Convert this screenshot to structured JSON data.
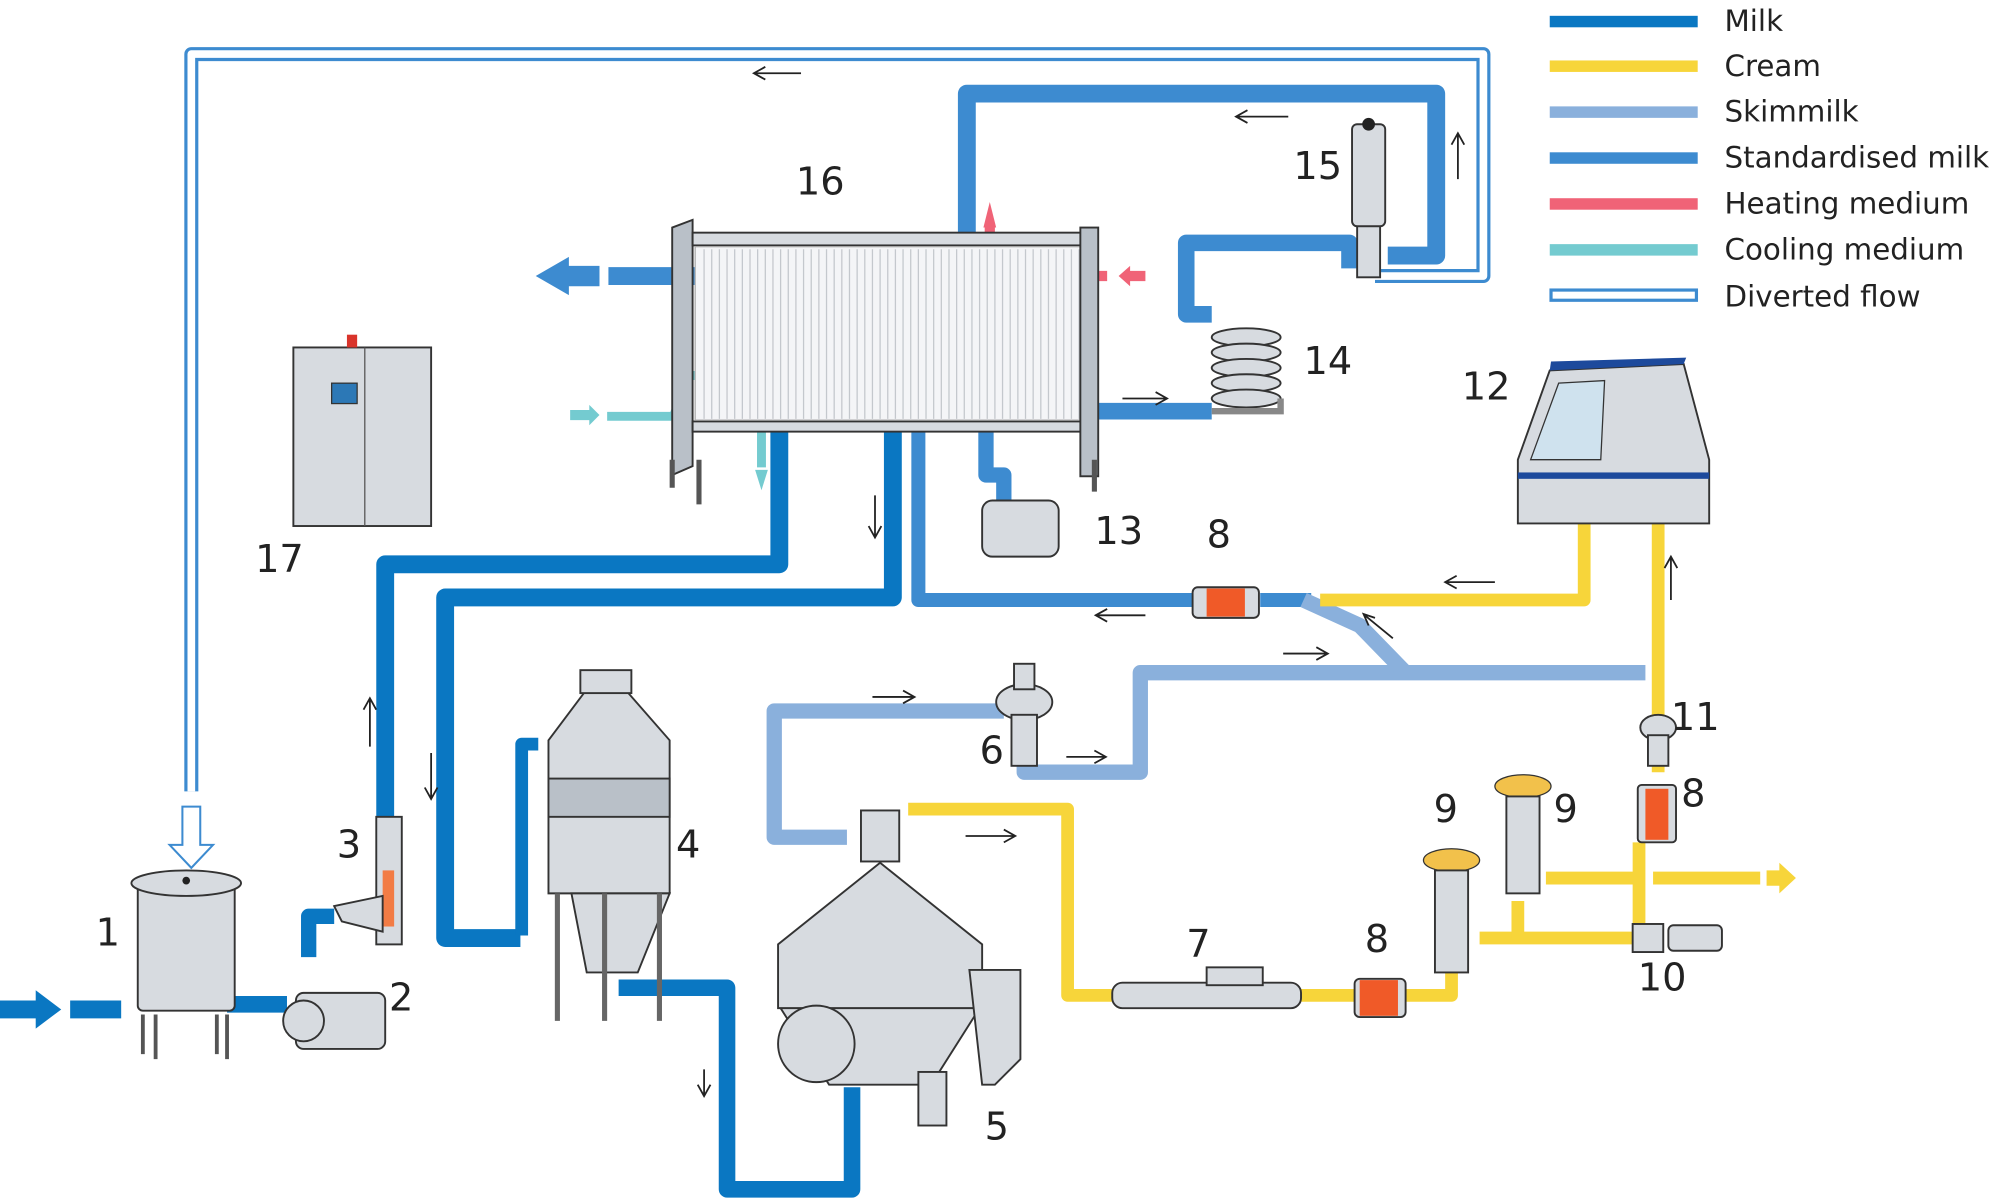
{
  "colors": {
    "milk": "#0a77c2",
    "cream": "#f7d53a",
    "skimmilk": "#8ab0dc",
    "standardised": "#3d8bd0",
    "heating": "#f06377",
    "cooling": "#74cbd0",
    "diverted": "#3d8bd0",
    "meter": "#f05a28"
  },
  "legend": [
    {
      "key": "milk",
      "label": "Milk"
    },
    {
      "key": "cream",
      "label": "Cream"
    },
    {
      "key": "skimmilk",
      "label": "Skimmilk"
    },
    {
      "key": "standardised",
      "label": "Standardised milk"
    },
    {
      "key": "heating",
      "label": "Heating medium"
    },
    {
      "key": "cooling",
      "label": "Cooling medium"
    },
    {
      "key": "diverted",
      "label": "Diverted flow"
    }
  ],
  "components": {
    "c1": "1",
    "c2": "2",
    "c3": "3",
    "c4": "4",
    "c5": "5",
    "c6": "6",
    "c7": "7",
    "c8a": "8",
    "c8b": "8",
    "c8c": "8",
    "c9a": "9",
    "c9b": "9",
    "c10": "10",
    "c11": "11",
    "c12": "12",
    "c13": "13",
    "c14": "14",
    "c15": "15",
    "c16": "16",
    "c17": "17"
  }
}
